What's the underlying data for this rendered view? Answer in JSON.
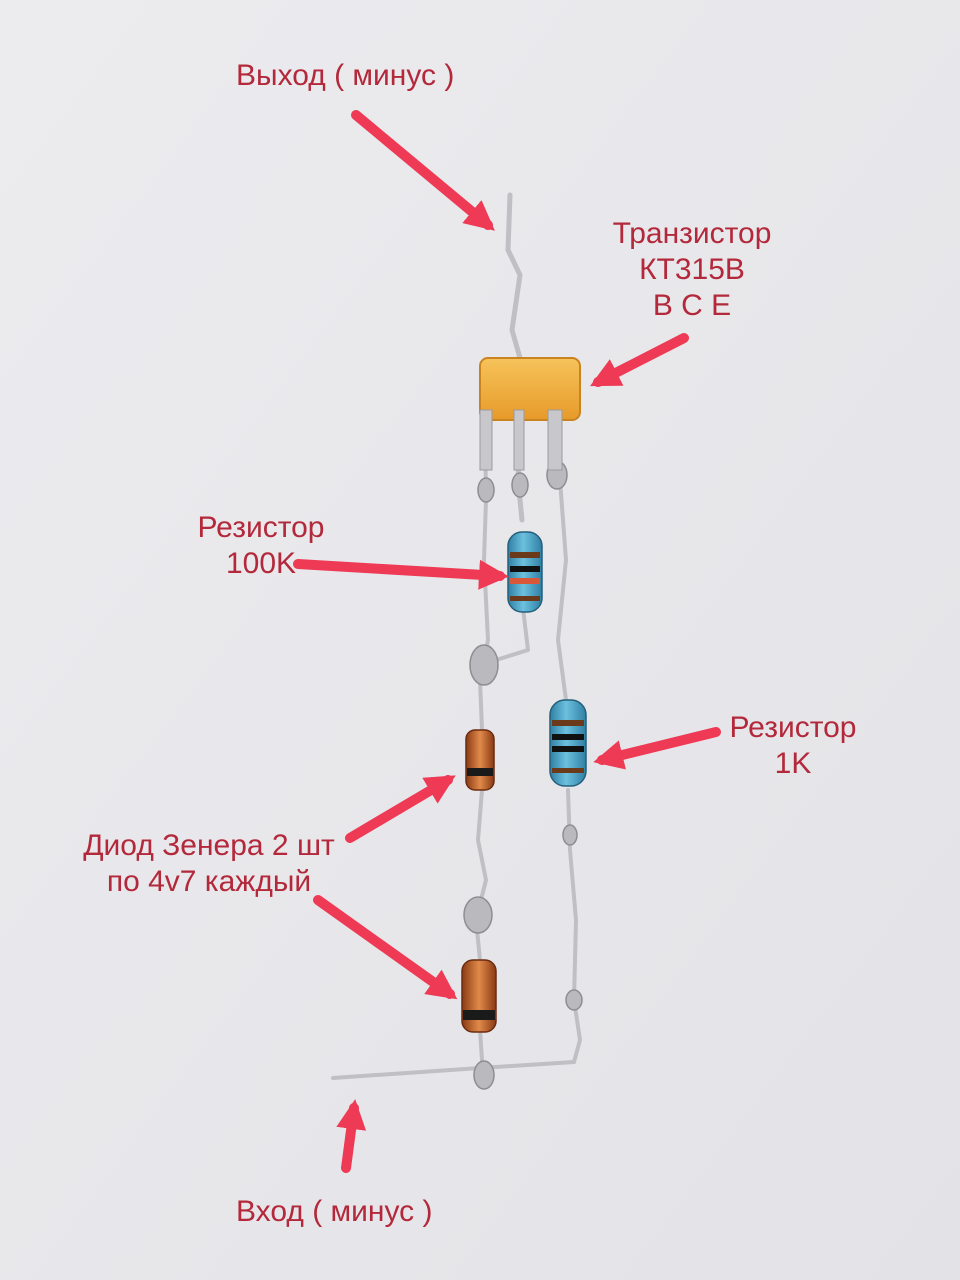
{
  "labels": {
    "output": "Выход ( минус )",
    "transistor": [
      "Транзистор",
      "КТ315В",
      "B C E"
    ],
    "resistor_100k": [
      "Резистор",
      "100K"
    ],
    "resistor_1k": [
      "Резистор",
      "1K"
    ],
    "zener": [
      "Диод Зенера 2 шт",
      "по 4v7 каждый"
    ],
    "input": "Вход ( минус )"
  },
  "colors": {
    "background": "#e9e9ec",
    "label_text": "#b3283a",
    "arrow": "#ee3a55",
    "transistor_body": "#f0ad3c",
    "resistor_body": "#4aa6c6",
    "zener_body": "#c8652a",
    "wire": "#c3c3c3"
  }
}
